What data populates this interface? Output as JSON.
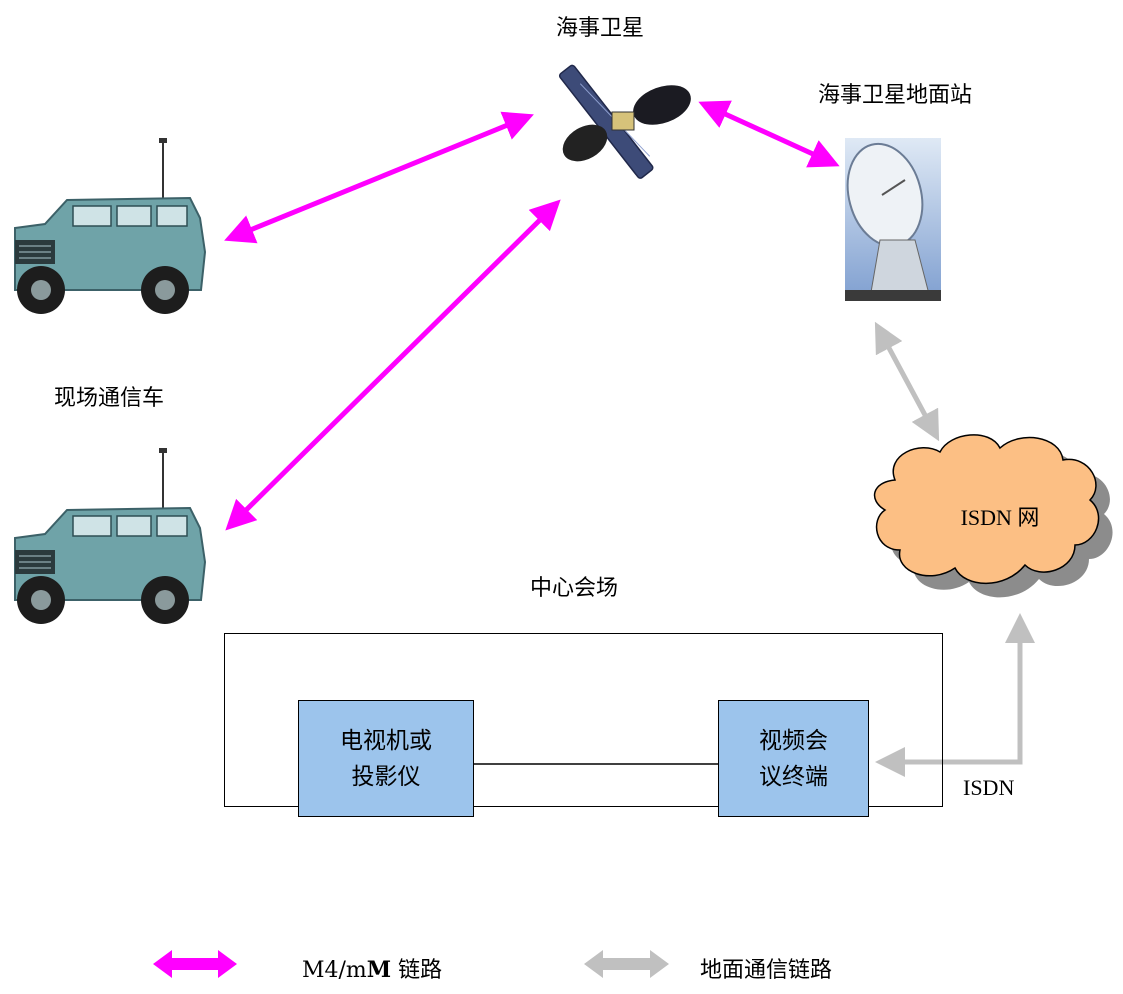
{
  "labels": {
    "satellite": "海事卫星",
    "ground_station": "海事卫星地面站",
    "vehicles": "现场通信车",
    "venue": "中心会场",
    "cloud": "ISDN 网",
    "isdn_link": "ISDN"
  },
  "boxes": {
    "tv": "电视机或\n投影仪",
    "terminal": "视频会\n议终端"
  },
  "legend": {
    "satellite_link_prefix": "M4/m",
    "satellite_link_bold": "M",
    "satellite_link_suffix": " 链路",
    "ground_link": "地面通信链路"
  },
  "colors": {
    "satellite_link": "#ff00ff",
    "ground_link": "#c0c0c0",
    "cloud_fill": "#fcbf84",
    "box_fill": "#9cc4ec"
  },
  "icons": {
    "vehicle": "vehicle-icon",
    "satellite": "satellite-icon",
    "dish": "satellite-dish-icon",
    "cloud": "cloud-icon"
  }
}
